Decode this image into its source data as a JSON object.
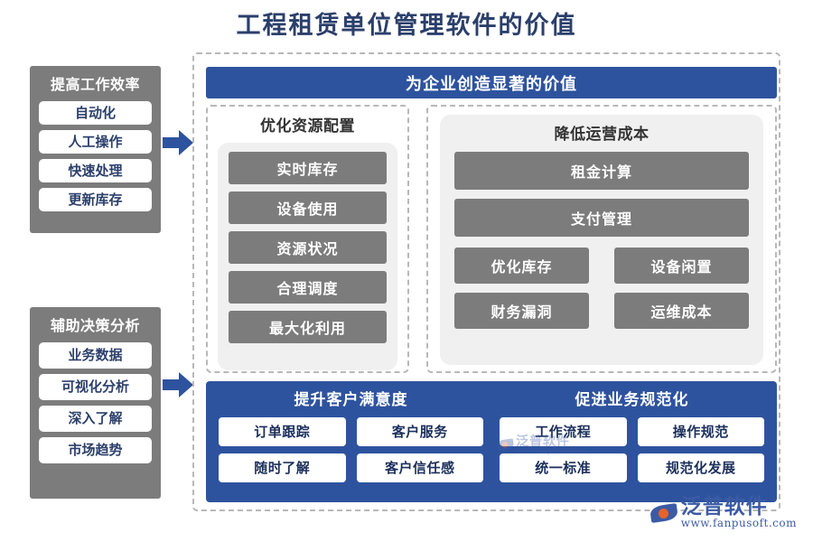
{
  "title": "工程租赁单位管理软件的价值",
  "colors": {
    "title_blue": "#2b3f6b",
    "banner_blue": "#2e539e",
    "chip_gray": "#7c7c7c",
    "container_gray": "#f0f0f0",
    "dashed_border": "#b8b8b8",
    "arrow_blue": "#2e539e"
  },
  "sidebar": {
    "panels": [
      {
        "title": "提高工作效率",
        "items": [
          "自动化",
          "人工操作",
          "快速处理",
          "更新库存"
        ]
      },
      {
        "title": "辅助决策分析",
        "items": [
          "业务数据",
          "可视化分析",
          "深入了解",
          "市场趋势"
        ]
      }
    ]
  },
  "arrows": [
    {
      "name": "arrow-to-top-section",
      "direction": "right"
    },
    {
      "name": "arrow-to-bottom-section",
      "direction": "right"
    }
  ],
  "main": {
    "banner": "为企业创造显著的价值",
    "middle": {
      "left": {
        "heading": "优化资源配置",
        "items": [
          "实时库存",
          "设备使用",
          "资源状况",
          "合理调度",
          "最大化利用"
        ]
      },
      "right": {
        "heading": "降低运营成本",
        "wide_items": [
          "租金计算",
          "支付管理"
        ],
        "grid_items": [
          "优化库存",
          "设备闲置",
          "财务漏洞",
          "运维成本"
        ]
      }
    },
    "bottom": {
      "columns": [
        {
          "heading": "提升客户满意度",
          "items": [
            "订单跟踪",
            "客户服务",
            "随时了解",
            "客户信任感"
          ]
        },
        {
          "heading": "促进业务规范化",
          "items": [
            "工作流程",
            "操作规范",
            "统一标准",
            "规范化发展"
          ]
        }
      ]
    }
  },
  "watermark": {
    "brand": "泛普软件",
    "url": "www.fanpusoft.com"
  }
}
